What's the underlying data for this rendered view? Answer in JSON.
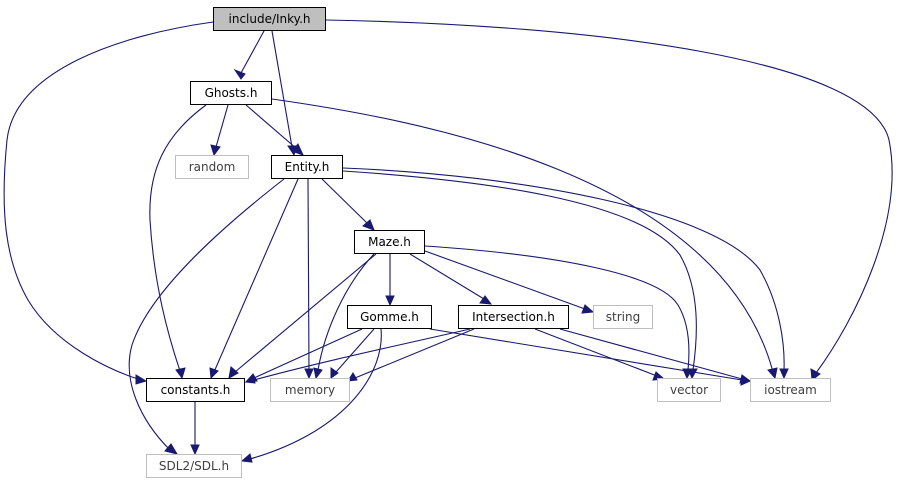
{
  "diagram": {
    "nodes": [
      {
        "id": "inky",
        "label": "include/Inky.h",
        "kind": "root"
      },
      {
        "id": "ghosts",
        "label": "Ghosts.h",
        "kind": "internal"
      },
      {
        "id": "random",
        "label": "random",
        "kind": "external"
      },
      {
        "id": "entity",
        "label": "Entity.h",
        "kind": "internal"
      },
      {
        "id": "maze",
        "label": "Maze.h",
        "kind": "internal"
      },
      {
        "id": "gomme",
        "label": "Gomme.h",
        "kind": "internal"
      },
      {
        "id": "intersection",
        "label": "Intersection.h",
        "kind": "internal"
      },
      {
        "id": "string",
        "label": "string",
        "kind": "external"
      },
      {
        "id": "constants",
        "label": "constants.h",
        "kind": "internal"
      },
      {
        "id": "memory",
        "label": "memory",
        "kind": "external"
      },
      {
        "id": "vector",
        "label": "vector",
        "kind": "external"
      },
      {
        "id": "iostream",
        "label": "iostream",
        "kind": "external"
      },
      {
        "id": "sdl",
        "label": "SDL2/SDL.h",
        "kind": "external"
      }
    ],
    "edges": [
      [
        "inky",
        "ghosts"
      ],
      [
        "inky",
        "entity"
      ],
      [
        "inky",
        "constants"
      ],
      [
        "inky",
        "iostream"
      ],
      [
        "ghosts",
        "random"
      ],
      [
        "ghosts",
        "entity"
      ],
      [
        "ghosts",
        "constants"
      ],
      [
        "ghosts",
        "iostream"
      ],
      [
        "entity",
        "maze"
      ],
      [
        "entity",
        "constants"
      ],
      [
        "entity",
        "memory"
      ],
      [
        "entity",
        "sdl"
      ],
      [
        "entity",
        "vector"
      ],
      [
        "entity",
        "iostream"
      ],
      [
        "maze",
        "gomme"
      ],
      [
        "maze",
        "intersection"
      ],
      [
        "maze",
        "string"
      ],
      [
        "maze",
        "constants"
      ],
      [
        "maze",
        "memory"
      ],
      [
        "maze",
        "vector"
      ],
      [
        "gomme",
        "constants"
      ],
      [
        "gomme",
        "memory"
      ],
      [
        "gomme",
        "sdl"
      ],
      [
        "gomme",
        "iostream"
      ],
      [
        "intersection",
        "constants"
      ],
      [
        "intersection",
        "memory"
      ],
      [
        "intersection",
        "vector"
      ],
      [
        "intersection",
        "iostream"
      ],
      [
        "constants",
        "sdl"
      ]
    ],
    "colors": {
      "edge": "#191970",
      "internal_border": "#000000",
      "external_border": "#bfbfbf",
      "root_fill": "#bfbfbf",
      "external_text": "#404040"
    }
  }
}
